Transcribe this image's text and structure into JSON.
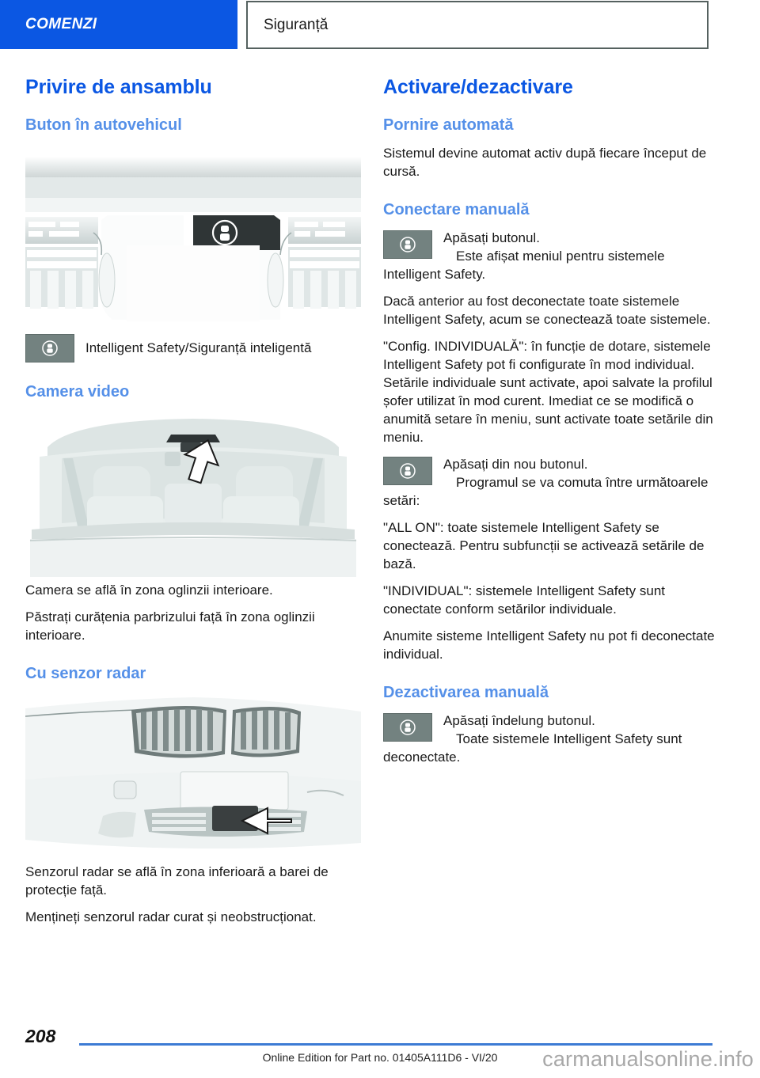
{
  "header": {
    "tab_label": "COMENZI",
    "breadcrumb": "Siguranță"
  },
  "left_column": {
    "chapter_title": "Privire de ansamblu",
    "section_button": "Buton în autovehicul",
    "figure_button_alt": "console-button-figure",
    "button_caption": "Intelligent Safety/Siguranță inteligentă",
    "section_camera": "Camera video",
    "figure_camera_alt": "windshield-camera-figure",
    "camera_p1": "Camera se află în zona oglinzii interioare.",
    "camera_p2": "Păstrați curățenia parbrizului față în zona oglinzii interioare.",
    "section_radar": "Cu senzor radar",
    "figure_radar_alt": "front-bumper-radar-figure",
    "radar_p1": "Senzorul radar se află în zona inferioară a barei de protecție față.",
    "radar_p2": "Mențineți senzorul radar curat și neobstrucționat."
  },
  "right_column": {
    "chapter_title": "Activare/dezactivare",
    "section_auto": "Pornire automată",
    "auto_p1": "Sistemul devine automat activ după fiecare început de cursă.",
    "section_manual_on": "Conectare manuală",
    "step1_line1": "Apăsați butonul.",
    "step1_line2": "Este afișat meniul pentru sistemele Intelligent Safety.",
    "manual_on_p1": "Dacă anterior au fost deconectate toate sistemele Intelligent Safety, acum se conectează toate sistemele.",
    "manual_on_p2": "\"Config. INDIVIDUALĂ\": în funcție de dotare, sistemele Intelligent Safety pot fi configurate în mod individual. Setările individuale sunt activate, apoi salvate la profilul șofer utilizat în mod curent. Imediat ce se modifică o anumită setare în meniu, sunt activate toate setările din meniu.",
    "step2_line1": "Apăsați din nou butonul.",
    "step2_line2": "Programul se va comuta între următoarele setări:",
    "manual_on_p3": "\"ALL ON\": toate sistemele Intelligent Safety se conectează. Pentru subfuncții se activează setările de bază.",
    "manual_on_p4": "\"INDIVIDUAL\": sistemele Intelligent Safety sunt conectate conform setărilor individuale.",
    "manual_on_p5": "Anumite sisteme Intelligent Safety nu pot fi deconectate individual.",
    "section_manual_off": "Dezactivarea manuală",
    "step3_line1": "Apăsați îndelung butonul.",
    "step3_line2": "Toate sistemele Intelligent Safety sunt deconectate."
  },
  "footer": {
    "page_number": "208",
    "note": "Online Edition for Part no. 01405A111D6 - VI/20",
    "watermark": "carmanualsonline.info"
  },
  "icons": {
    "intelligent_safety_button": "intelligent-safety-button-icon"
  },
  "colors": {
    "brand_blue": "#0b57e3",
    "section_blue": "#5590e8",
    "button_grey": "#738280",
    "footer_rule": "#3d7bd4"
  }
}
